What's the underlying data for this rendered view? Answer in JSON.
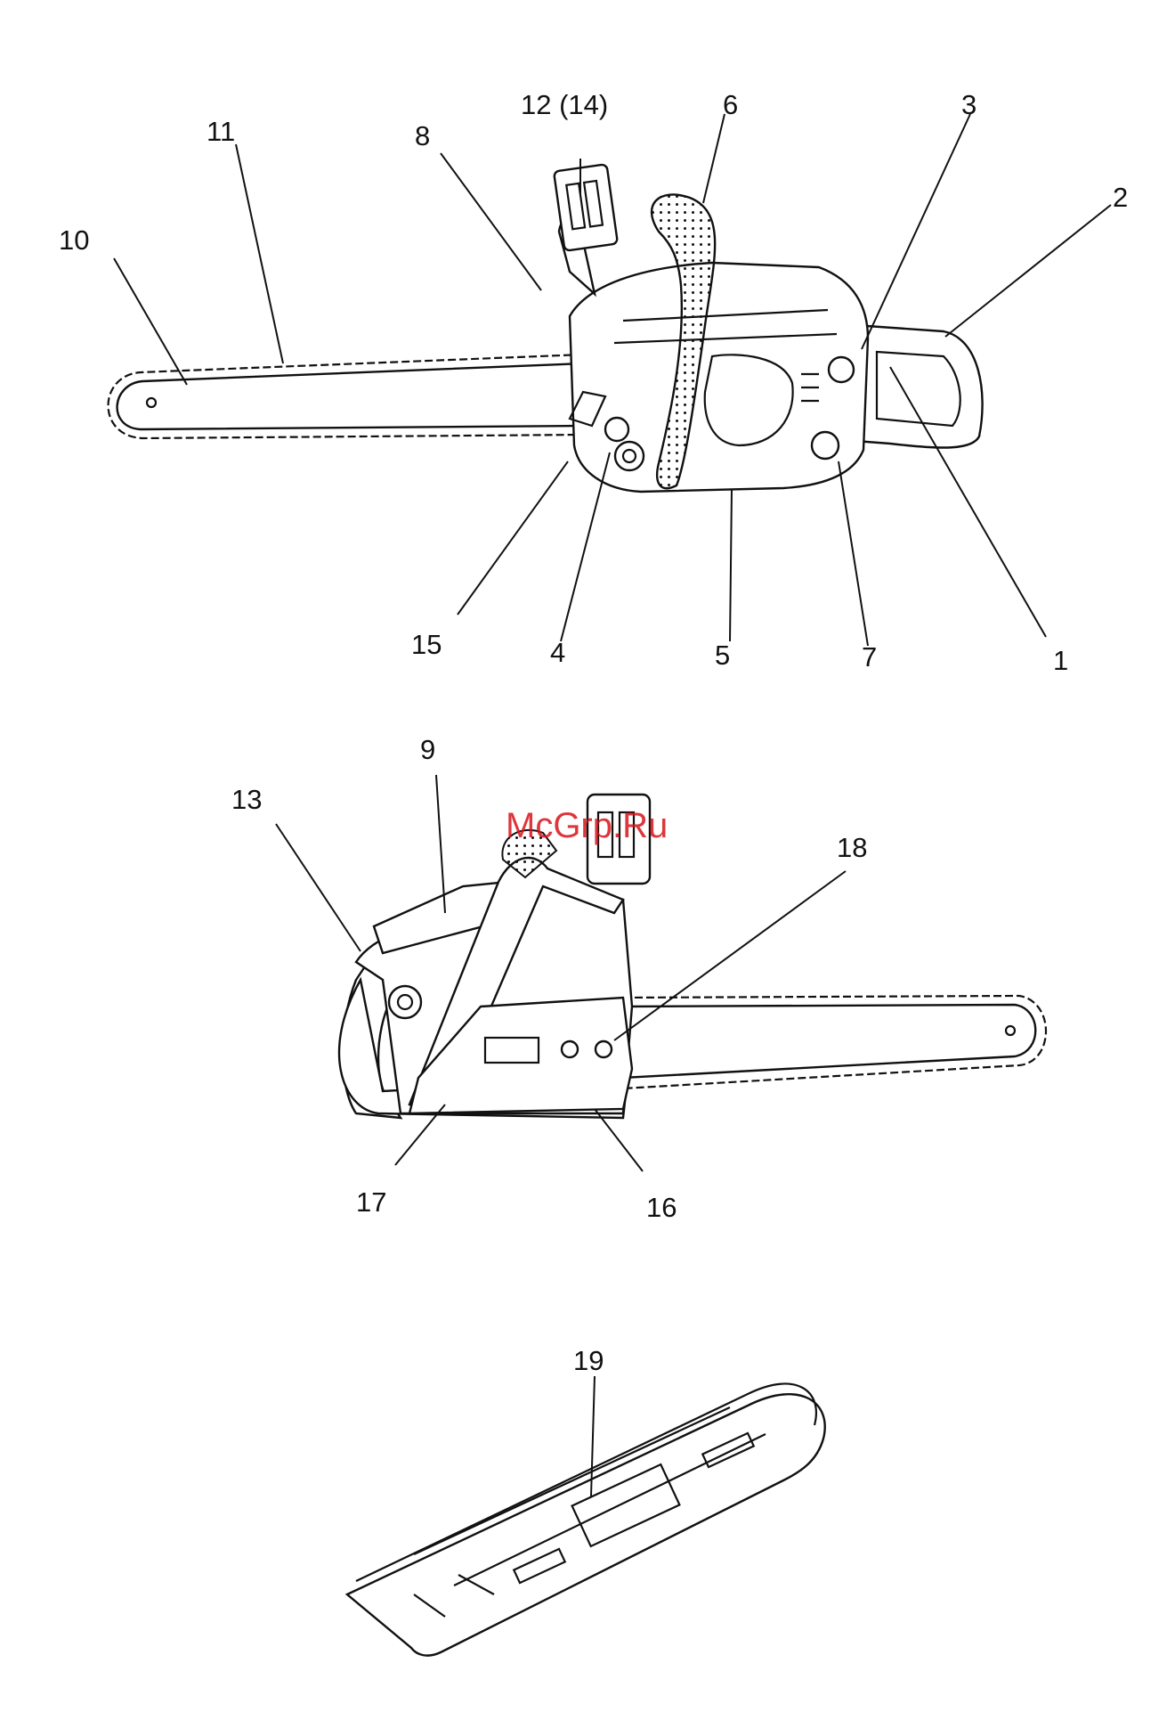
{
  "watermark": "McGrp.Ru",
  "callouts": {
    "c1": "1",
    "c2": "2",
    "c3": "3",
    "c4": "4",
    "c5": "5",
    "c6": "6",
    "c7": "7",
    "c8": "8",
    "c9": "9",
    "c10": "10",
    "c11": "11",
    "c12": "12 (14)",
    "c13": "13",
    "c15": "15",
    "c16": "16",
    "c17": "17",
    "c18": "18",
    "c19": "19"
  }
}
